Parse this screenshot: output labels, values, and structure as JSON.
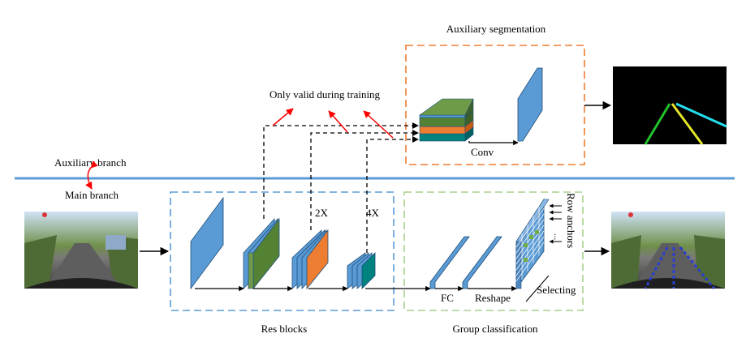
{
  "labels": {
    "aux_seg_title": "Auxiliary segmentation",
    "only_valid": "Only valid during training",
    "conv": "Conv",
    "aux_branch": "Auxiliary branch",
    "main_branch": "Main branch",
    "two_x": "2X",
    "four_x": "4X",
    "row_anchors": "Row anchors",
    "ellipsis": "...",
    "fc": "FC",
    "reshape": "Reshape",
    "selecting": "Selecting",
    "res_blocks": "Res blocks",
    "group_classification": "Group classification"
  },
  "colors": {
    "branch_line": "#5b9bd5",
    "res_box": "#5b9bd5",
    "seg_box": "#ed7d31",
    "cls_box": "#a9d18e",
    "blue": "#5b9bd5",
    "green": "#548235",
    "orange": "#ed7d31",
    "teal": "#00827f",
    "arrow_red": "#ff0000"
  }
}
